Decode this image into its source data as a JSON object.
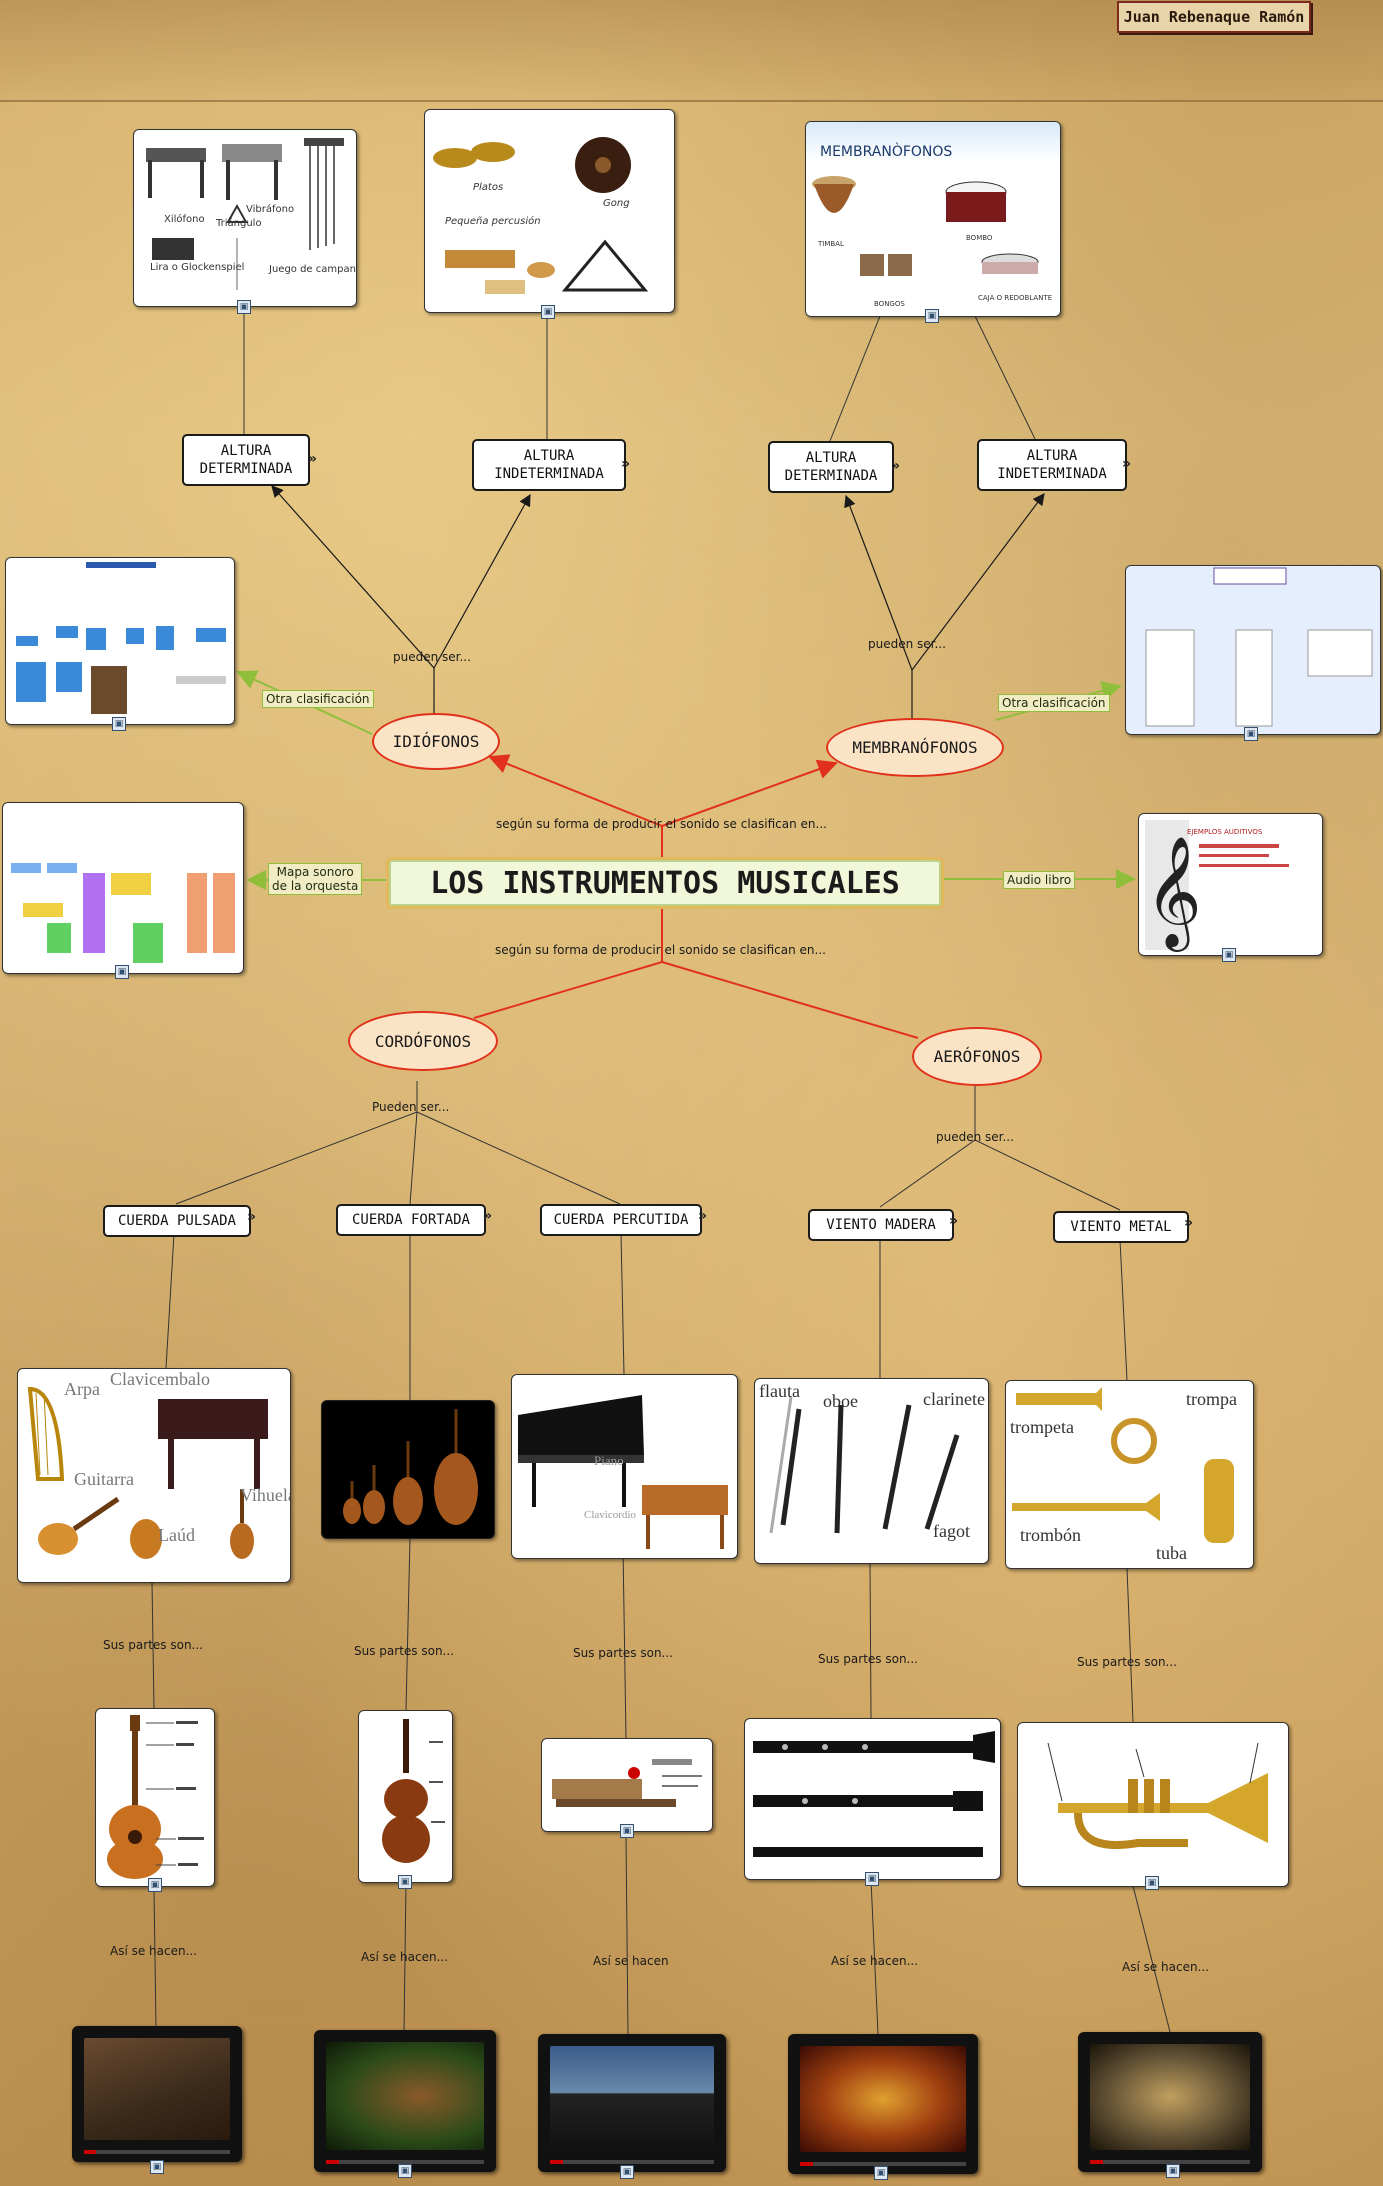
{
  "author": "Juan Rebenaque Ramón",
  "main_title": "LOS INSTRUMENTOS MUSICALES",
  "families": {
    "idiofonos": "IDIÓFONOS",
    "membranofonos": "MEMBRANÓFONOS",
    "cordofonos": "CORDÓFONOS",
    "aerofonos": "AERÓFONOS"
  },
  "subtypes": {
    "altura_det_1": "ALTURA DETERMINADA",
    "altura_indet_1": "ALTURA INDETERMINADA",
    "altura_det_2": "ALTURA DETERMINADA",
    "altura_indet_2": "ALTURA INDETERMINADA",
    "cuerda_pulsada": "CUERDA PULSADA",
    "cuerda_frotada": "CUERDA FORTADA",
    "cuerda_percutida": "CUERDA PERCUTIDA",
    "viento_madera": "VIENTO MADERA",
    "viento_metal": "VIENTO METAL"
  },
  "link_labels": {
    "segun_top": "según su forma de producir el sonido se clasifican en...",
    "segun_bottom": "según su forma de producir el sonido se clasifican en...",
    "pueden_ser_1": "pueden ser...",
    "pueden_ser_2": "pueden ser...",
    "pueden_ser_3": "Pueden ser...",
    "pueden_ser_4": "pueden ser...",
    "partes_1": "Sus partes son...",
    "partes_2": "Sus partes son...",
    "partes_3": "Sus partes son...",
    "partes_4": "Sus partes son...",
    "partes_5": "Sus partes son...",
    "hacen_1": "Así se hacen...",
    "hacen_2": "Así se hacen...",
    "hacen_3": "Así se hacen",
    "hacen_4": "Así se hacen...",
    "hacen_5": "Así se hacen..."
  },
  "green_labels": {
    "otra_1": "Otra clasificación",
    "otra_2": "Otra clasificación",
    "mapa_1": "Mapa sonoro",
    "mapa_2": "de la orquesta",
    "audio": "Audio libro"
  },
  "image_text": {
    "xilofono": "Xilófono",
    "vibrafono": "Vibráfono",
    "triangulo": "Triángulo",
    "lira": "Lira o Glockenspiel",
    "campanas": "Juego de campanas",
    "platos": "Platos",
    "gong": "Gong",
    "pequena": "Pequeña percusión",
    "membranofonos_title": "MEMBRANÒFONOS",
    "timbal": "TIMBAL",
    "bombo": "BOMBO",
    "bongos": "BONGOS",
    "caja": "CAJA O REDOBLANTE",
    "arpa": "Arpa",
    "clavicembalo": "Clavicembalo",
    "guitarra": "Guitarra",
    "vihuela": "Vihuela",
    "laud": "Laúd",
    "piano": "Piano",
    "clavicordio": "Clavicordio",
    "flauta": "flauta",
    "oboe": "oboe",
    "clarinete": "clarinete",
    "fagot": "fagot",
    "trompeta": "trompeta",
    "trompa": "trompa",
    "trombon": "trombón",
    "tuba": "tuba",
    "ejemplos": "EJEMPLOS AUDITIVOS"
  },
  "colors": {
    "main_border": "#e2b85c",
    "ellipse_border": "#e1311c",
    "red_arrow": "#e1311c",
    "green_arrow": "#8fbf3a",
    "black_arrow": "#1a1a1a"
  }
}
